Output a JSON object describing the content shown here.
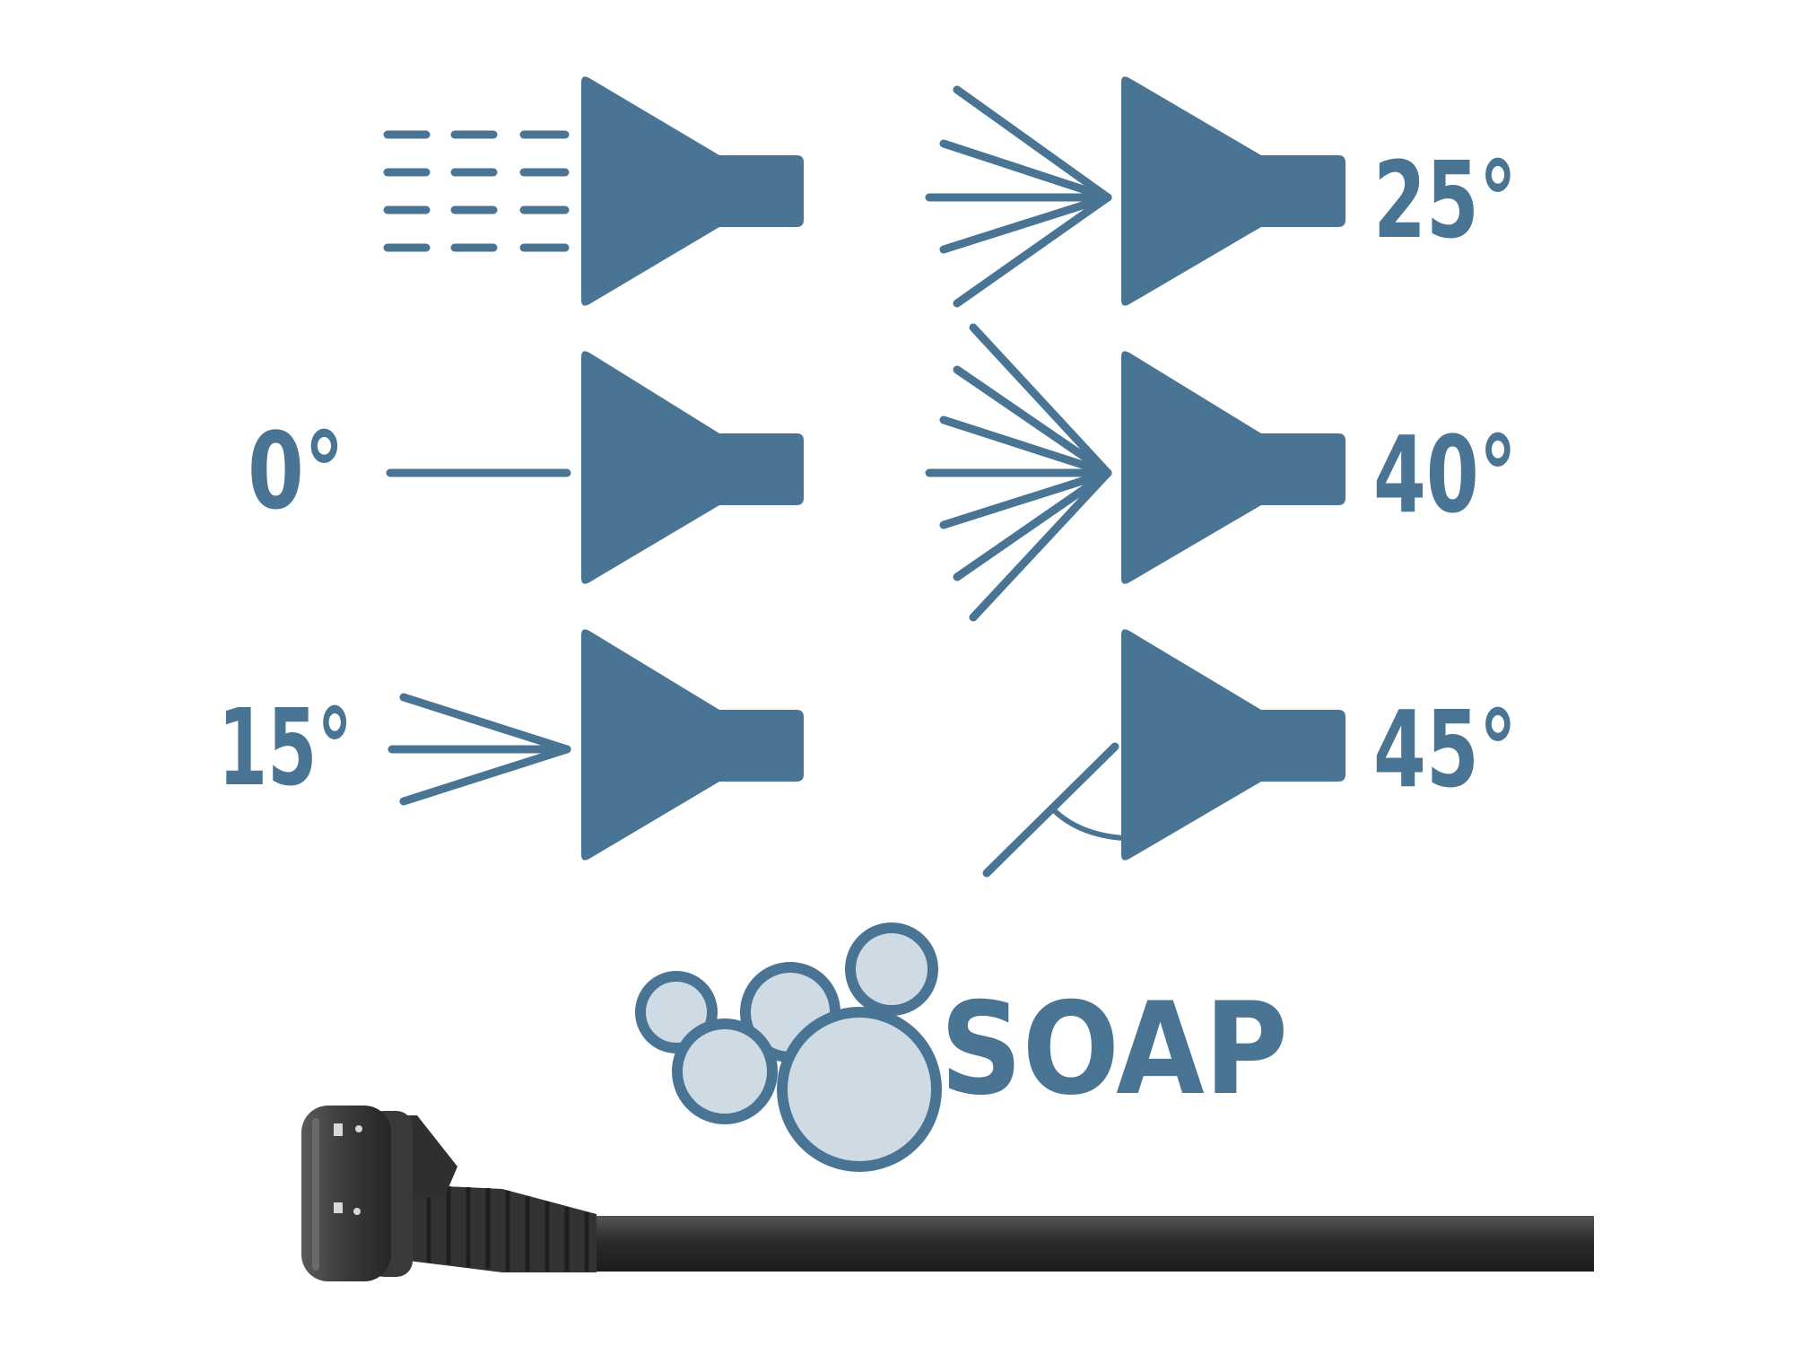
{
  "colors": {
    "icon": "#4a7494",
    "bubble_fill": "#cfdbe4",
    "background": "#ffffff",
    "wand_dark": "#2e2e30",
    "wand_mid": "#4a4a4c"
  },
  "nozzles": [
    {
      "id": "rinse",
      "label": "",
      "pattern": "dashed-lines"
    },
    {
      "id": "deg-0",
      "label": "0°",
      "pattern": "straight-line"
    },
    {
      "id": "deg-15",
      "label": "15°",
      "pattern": "fan-3"
    },
    {
      "id": "deg-25",
      "label": "25°",
      "pattern": "fan-5"
    },
    {
      "id": "deg-40",
      "label": "40°",
      "pattern": "fan-7"
    },
    {
      "id": "deg-45",
      "label": "45°",
      "pattern": "angled-line-with-arc"
    }
  ],
  "soap": {
    "label": "SOAP",
    "icon": "soap-bubbles-icon"
  },
  "wand": {
    "icon": "spray-wand-photo"
  }
}
